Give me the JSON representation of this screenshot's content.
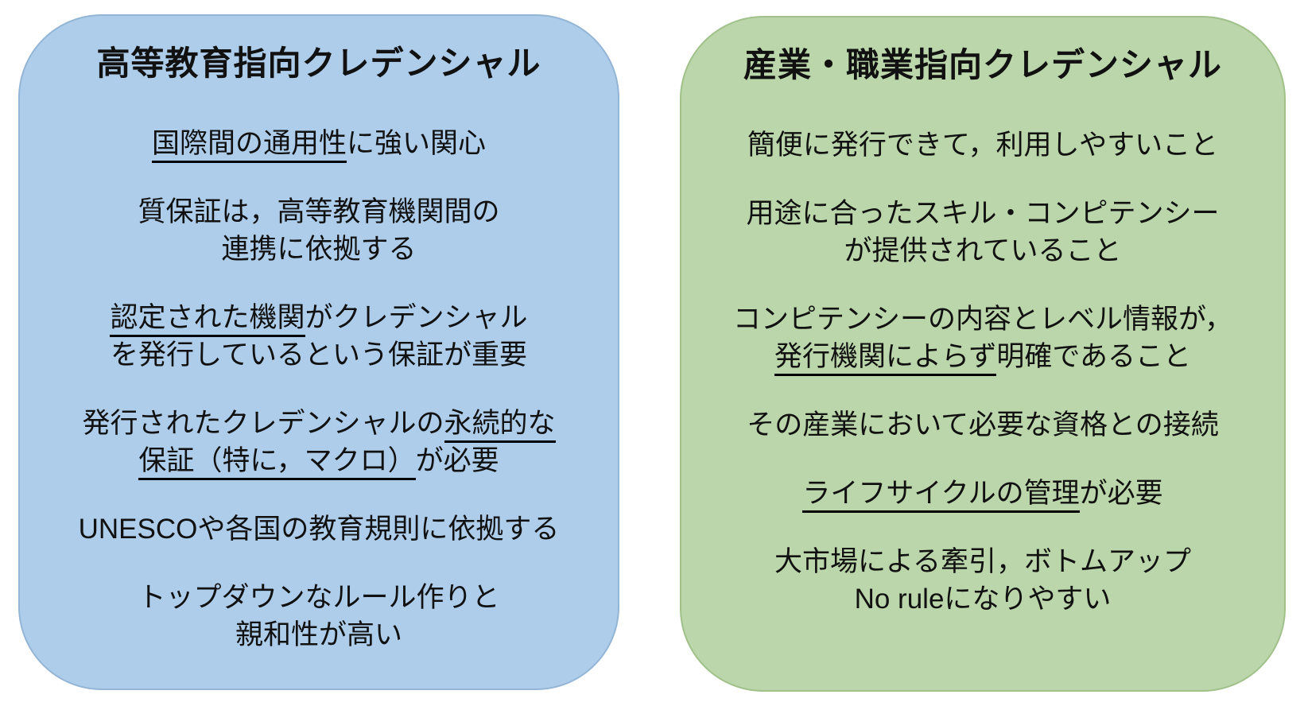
{
  "page": {
    "background": "#ffffff",
    "text_color": "#111111"
  },
  "cards": [
    {
      "id": "higher-education-card",
      "title": "高等教育指向クレデンシャル",
      "bg": "#AECDEA",
      "border": "#93B5D6",
      "items": [
        {
          "lines": [
            [
              {
                "t": "国際間の通用性",
                "u": true
              },
              {
                "t": "に強い関心",
                "u": false
              }
            ]
          ]
        },
        {
          "lines": [
            [
              {
                "t": "質保証は，高等教育機関間の",
                "u": false
              }
            ],
            [
              {
                "t": "連携に依拠する",
                "u": false
              }
            ]
          ]
        },
        {
          "lines": [
            [
              {
                "t": "認定された機関",
                "u": true
              },
              {
                "t": "がクレデンシャル",
                "u": false
              }
            ],
            [
              {
                "t": "を発行しているという保証が重要",
                "u": false
              }
            ]
          ]
        },
        {
          "lines": [
            [
              {
                "t": "発行されたクレデンシャルの",
                "u": false
              },
              {
                "t": "永続的な",
                "u": true
              }
            ],
            [
              {
                "t": "保証（特に，マクロ）",
                "u": true
              },
              {
                "t": "が必要",
                "u": false
              }
            ]
          ]
        },
        {
          "lines": [
            [
              {
                "t": "UNESCOや各国の教育規則に依拠する",
                "u": false
              }
            ]
          ]
        },
        {
          "lines": [
            [
              {
                "t": "トップダウンなルール作りと",
                "u": false
              }
            ],
            [
              {
                "t": "親和性が高い",
                "u": false
              }
            ]
          ]
        }
      ]
    },
    {
      "id": "industry-vocation-card",
      "title": "産業・職業指向クレデンシャル",
      "bg": "#BAD6AA",
      "border": "#A0C189",
      "items": [
        {
          "lines": [
            [
              {
                "t": "簡便に発行できて，利用しやすいこと",
                "u": false
              }
            ]
          ]
        },
        {
          "lines": [
            [
              {
                "t": "用途に合ったスキル・コンピテンシー",
                "u": false
              }
            ],
            [
              {
                "t": "が提供されていること",
                "u": false
              }
            ]
          ]
        },
        {
          "lines": [
            [
              {
                "t": "コンピテンシーの内容とレベル情報が，",
                "u": false
              }
            ],
            [
              {
                "t": "発行機関によらず",
                "u": true
              },
              {
                "t": "明確であること",
                "u": false
              }
            ]
          ]
        },
        {
          "lines": [
            [
              {
                "t": "その産業において必要な資格との接続",
                "u": false
              }
            ]
          ]
        },
        {
          "lines": [
            [
              {
                "t": "ライフサイクルの管理",
                "u": true
              },
              {
                "t": "が必要",
                "u": false
              }
            ]
          ]
        },
        {
          "lines": [
            [
              {
                "t": "大市場による牽引，ボトムアップ",
                "u": false
              }
            ],
            [
              {
                "t": "No ruleになりやすい",
                "u": false
              }
            ]
          ]
        }
      ]
    }
  ]
}
